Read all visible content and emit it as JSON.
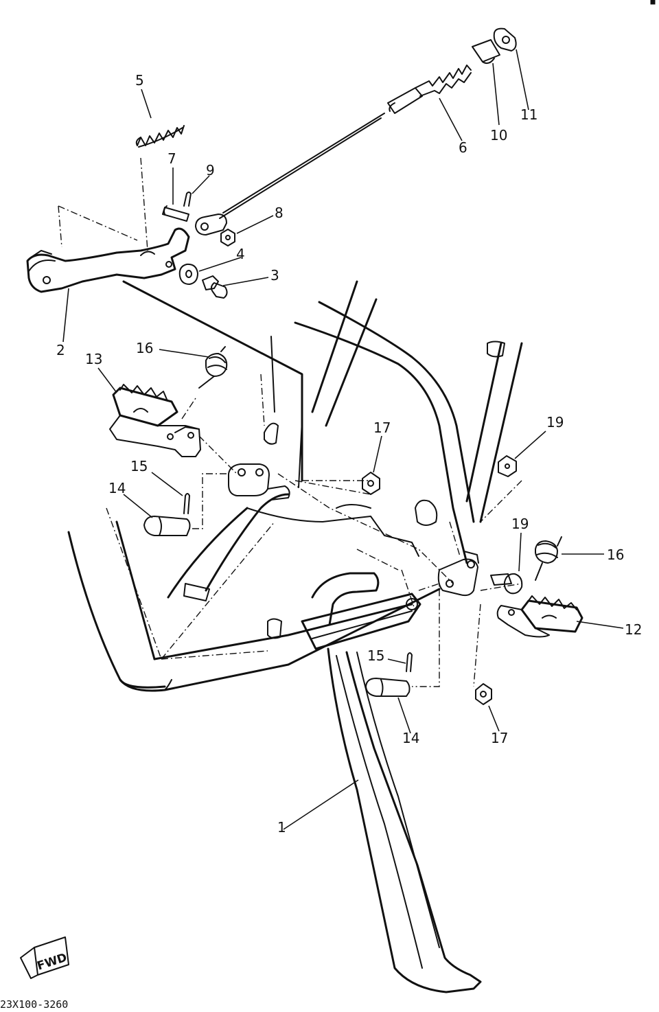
{
  "callouts": [
    {
      "id": "c1",
      "label": "1"
    },
    {
      "id": "c2",
      "label": "2"
    },
    {
      "id": "c3",
      "label": "3"
    },
    {
      "id": "c4",
      "label": "4"
    },
    {
      "id": "c5",
      "label": "5"
    },
    {
      "id": "c6",
      "label": "6"
    },
    {
      "id": "c7",
      "label": "7"
    },
    {
      "id": "c8",
      "label": "8"
    },
    {
      "id": "c9",
      "label": "9"
    },
    {
      "id": "c10",
      "label": "10"
    },
    {
      "id": "c11",
      "label": "11"
    },
    {
      "id": "c12",
      "label": "12"
    },
    {
      "id": "c13",
      "label": "13"
    },
    {
      "id": "c14a",
      "label": "14"
    },
    {
      "id": "c14b",
      "label": "14"
    },
    {
      "id": "c15a",
      "label": "15"
    },
    {
      "id": "c15b",
      "label": "15"
    },
    {
      "id": "c16a",
      "label": "16"
    },
    {
      "id": "c16b",
      "label": "16"
    },
    {
      "id": "c17a",
      "label": "17"
    },
    {
      "id": "c17b",
      "label": "17"
    },
    {
      "id": "c19a",
      "label": "19"
    },
    {
      "id": "c19b",
      "label": "19"
    }
  ],
  "fwd_label": "FWD",
  "drawing_code": "23X100-3260"
}
